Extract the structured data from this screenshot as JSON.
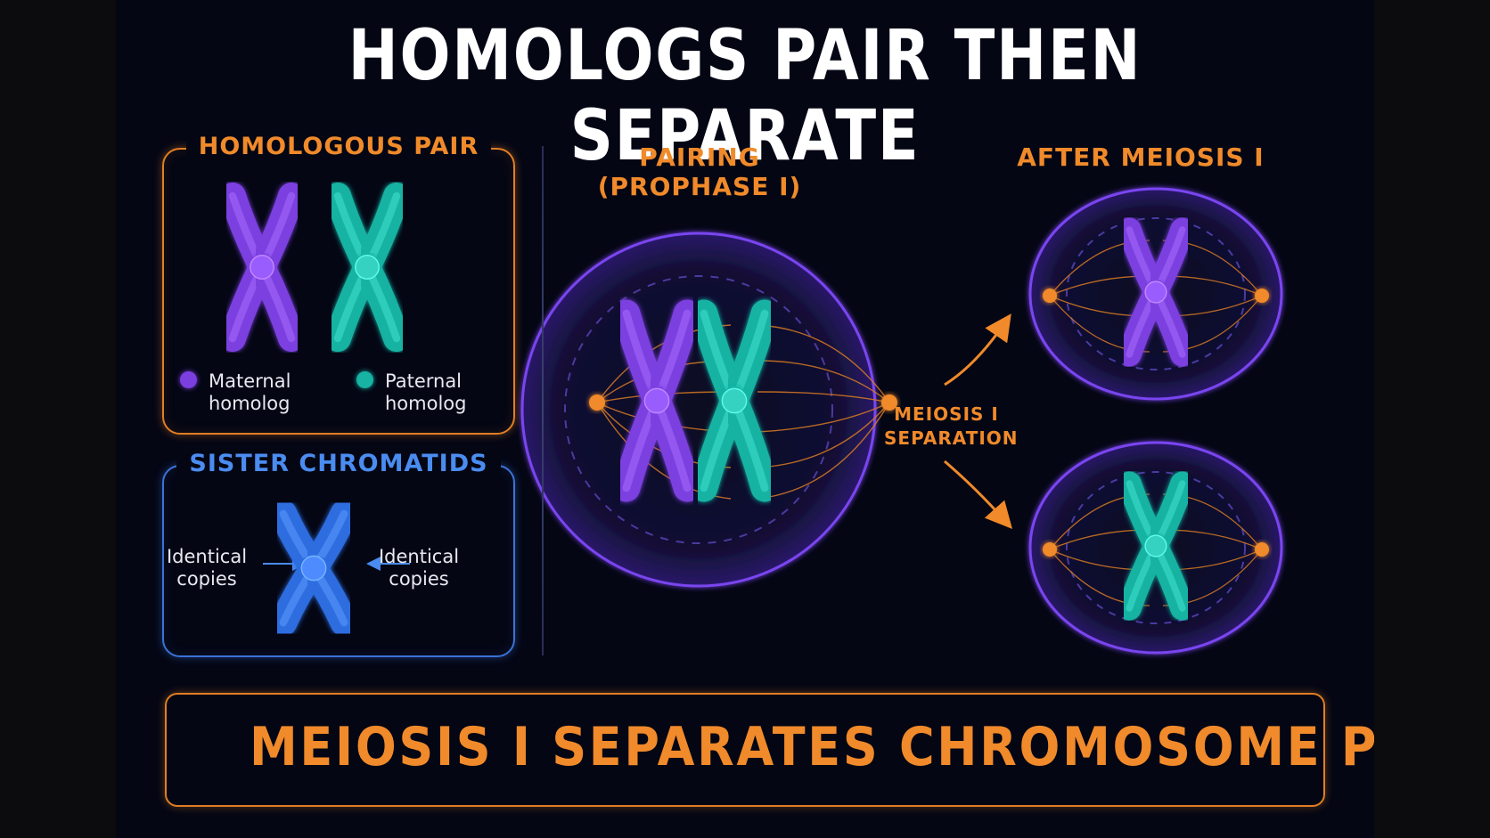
{
  "title": "HOMOLOGS PAIR THEN SEPARATE",
  "homologous_pair": {
    "heading": "HOMOLOGOUS PAIR",
    "maternal_label": "Maternal homolog",
    "paternal_label": "Paternal homolog",
    "maternal_color": "#7b3fe0",
    "paternal_color": "#17b3a3"
  },
  "sister_chromatids": {
    "heading": "SISTER CHROMATIDS",
    "left_label": "Identical copies",
    "right_label": "Identical copies",
    "color": "#2f6de0"
  },
  "pairing": {
    "heading": "PAIRING (PROPHASE I)"
  },
  "separation": {
    "label": "MEIOSIS I SEPARATION"
  },
  "after": {
    "heading": "AFTER MEIOSIS I"
  },
  "footer": {
    "text": "MEIOSIS I SEPARATES CHROMOSOME PAIRS."
  },
  "colors": {
    "accent_orange": "#f08a2a",
    "cell_purple": "#7a45f0",
    "background": "#040614"
  }
}
